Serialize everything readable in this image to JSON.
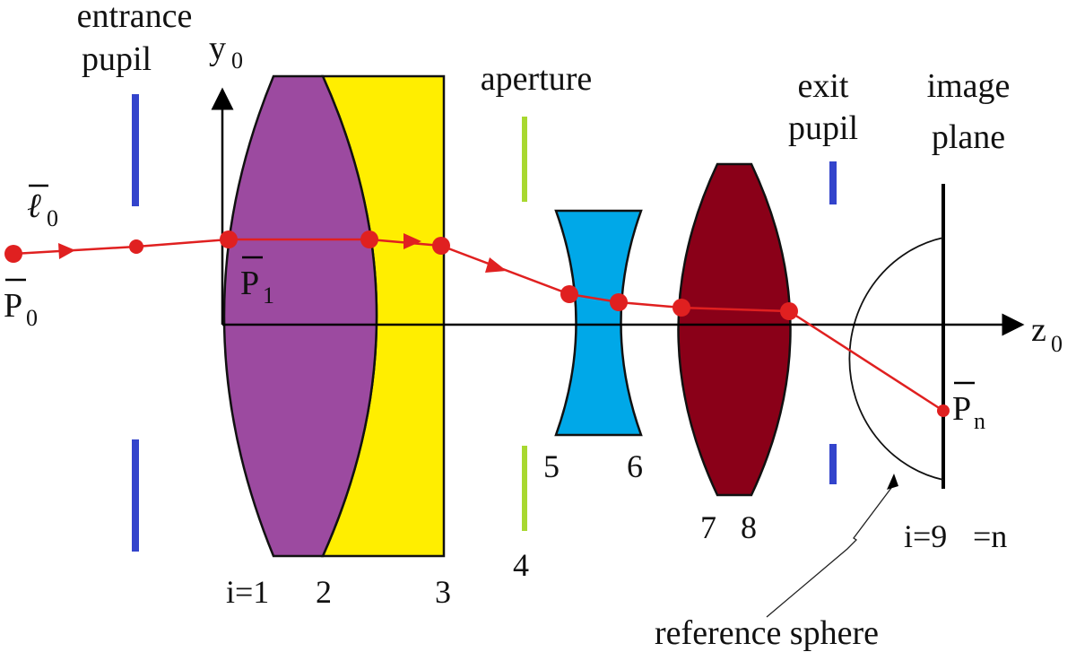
{
  "labels": {
    "entrance_pupil": [
      "entrance",
      "pupil"
    ],
    "aperture": "aperture",
    "exit_pupil": [
      "exit",
      "pupil"
    ],
    "image_plane": [
      "image",
      "plane"
    ],
    "reference_sphere": "reference sphere"
  },
  "axes": {
    "y": {
      "letter": "y",
      "sub": "0"
    },
    "z": {
      "letter": "z",
      "sub": "0"
    }
  },
  "points": {
    "p0": {
      "letter": "P",
      "sub": "0"
    },
    "p1": {
      "letter": "P",
      "sub": "1"
    },
    "pn": {
      "letter": "P",
      "sub": "n"
    },
    "l0": {
      "letter": "ℓ",
      "sub": "0"
    }
  },
  "surfaces": {
    "s1": "i=1",
    "s2": "2",
    "s3": "3",
    "s4": "4",
    "s5": "5",
    "s6": "6",
    "s7": "7",
    "s8": "8",
    "s9": "i=9",
    "s9_eq": "=n"
  },
  "colors": {
    "purple_lens": "#9c4aa0",
    "yellow_lens": "#ffee00",
    "blue_lens": "#00a8e8",
    "red_lens": "#8a0018",
    "ray": "#e02020",
    "pupil": "#3344cc",
    "aperture": "#a8d830"
  }
}
